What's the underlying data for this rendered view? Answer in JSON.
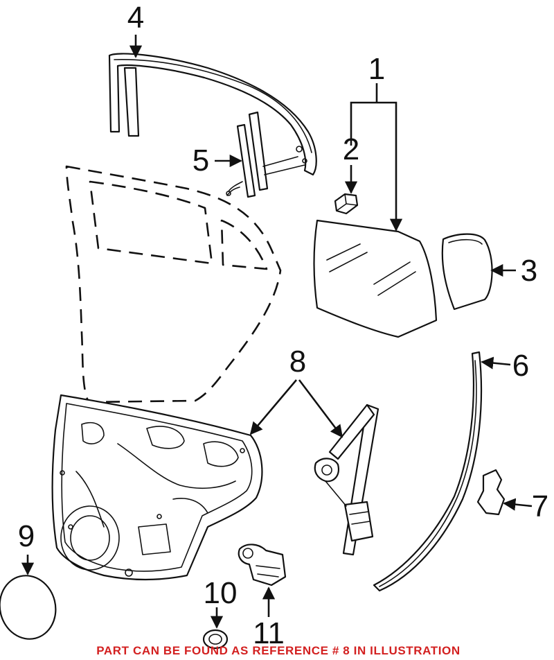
{
  "callouts": {
    "c1": "1",
    "c2": "2",
    "c3": "3",
    "c4": "4",
    "c5": "5",
    "c6": "6",
    "c7": "7",
    "c8": "8",
    "c9": "9",
    "c10": "10",
    "c11": "11"
  },
  "footer_note": "PART CAN BE FOUND AS REFERENCE # 8 IN ILLUSTRATION",
  "colors": {
    "note": "#d32020",
    "line": "#111111"
  }
}
